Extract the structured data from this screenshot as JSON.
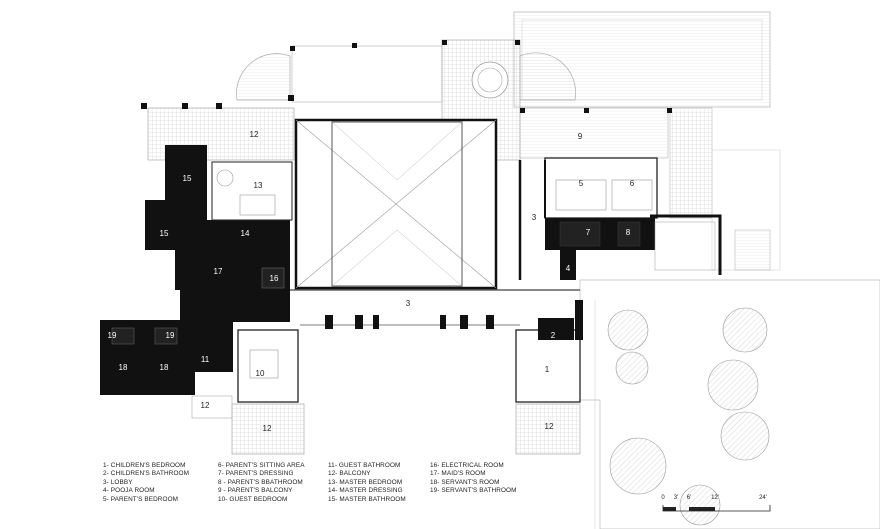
{
  "legend": {
    "col1": [
      "1- CHILDREN'S BEDROOM",
      "2- CHILDREN'S BATHROOM",
      "3- LOBBY",
      "4- POOJA ROOM",
      "5- PARENT'S BEDROOM"
    ],
    "col2": [
      "6- PARENT'S SITTING AREA",
      "7- PARENT'S DRESSING",
      "8 - PARENT'S BBATHROOM",
      "9 - PARENT'S BALCONY",
      "10- GUEST BEDROOM"
    ],
    "col3": [
      "11- GUEST BATHROOM",
      "12- BALCONY",
      "13- MASTER BEDROOM",
      "14- MASTER DRESSING",
      "15- MASTER BATHROOM"
    ],
    "col4": [
      "16- ELECTRICAL ROOM",
      "17- MAID'S ROOM",
      "18- SERVANT'S ROOM",
      "19- SERVANT'S BATHROOM"
    ]
  },
  "scale": {
    "ticks": [
      "0",
      "3'",
      "6'",
      "12'",
      "24'"
    ]
  },
  "rooms": {
    "r1": "1",
    "r2": "2",
    "r3a": "3",
    "r3b": "3",
    "r4": "4",
    "r5": "5",
    "r6": "6",
    "r7": "7",
    "r8": "8",
    "r9": "9",
    "r10": "10",
    "r11": "11",
    "r12a": "12",
    "r12b": "12",
    "r12c": "12",
    "r12d": "12",
    "r13": "13",
    "r14": "14",
    "r15a": "15",
    "r15b": "15",
    "r16": "16",
    "r17": "17",
    "r18a": "18",
    "r18b": "18",
    "r19a": "19",
    "r19b": "19"
  }
}
